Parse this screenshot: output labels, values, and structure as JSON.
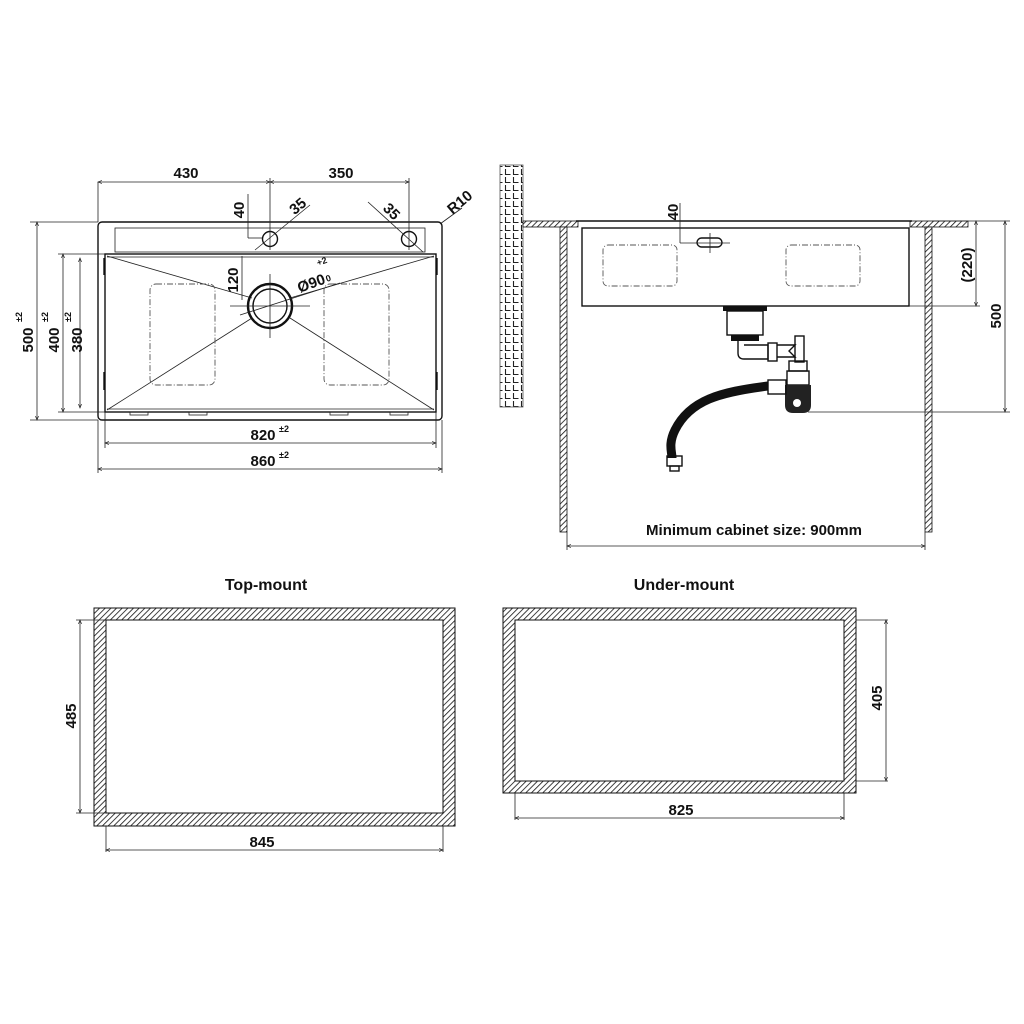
{
  "plan_view": {
    "dims": {
      "top_left_width": "430",
      "top_right_width": "350",
      "tap_hole_offset": "40",
      "tap_hole_dia_left": "35",
      "tap_hole_dia_right": "35",
      "corner_radius": "R10",
      "drain_offset": "120",
      "drain_dia": "Ø90",
      "drain_tol_plus": "+2",
      "drain_tol_minus": "0",
      "bowl_width": "820",
      "overall_width": "860",
      "overall_depth": "500",
      "inner_depth": "400",
      "bowl_depth": "380",
      "tolerance": "±2"
    }
  },
  "side_view": {
    "dims": {
      "overflow_offset": "40",
      "bowl_height": "(220)",
      "install_height": "500"
    },
    "cabinet_note": "Minimum cabinet size: 900mm"
  },
  "cutouts": {
    "top_mount": {
      "title": "Top-mount",
      "width": "845",
      "height": "485"
    },
    "under_mount": {
      "title": "Under-mount",
      "width": "825",
      "height": "405"
    }
  }
}
